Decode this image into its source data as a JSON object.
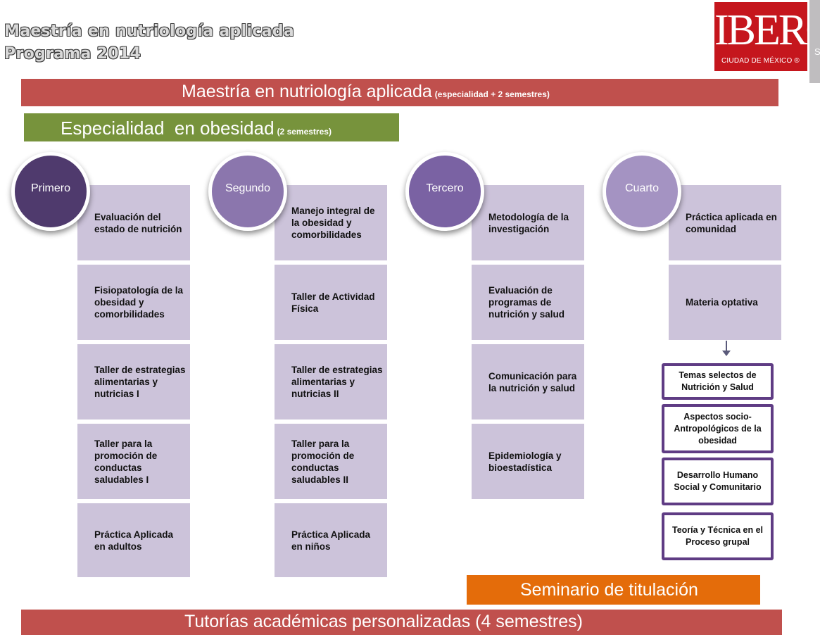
{
  "header": {
    "title_line1": "Maestría en nutriología aplicada",
    "title_line2": "Programa 2014"
  },
  "logo": {
    "word": "IBERO",
    "subtitle": "CIUDAD DE MÉXICO ®",
    "brand_color": "#c5161d"
  },
  "side_tab": {
    "label": "Salud /"
  },
  "banners": {
    "master": {
      "main": "Maestría en nutriología aplicada",
      "sub": "(especialidad + 2 semestres)",
      "color": "#c0504d"
    },
    "specialty": {
      "main": "Especialidad  en obesidad",
      "sub": "(2 semestres)",
      "color": "#77933c"
    },
    "seminar": {
      "main": "Seminario de titulación",
      "color": "#e46c0a"
    },
    "tutorials": {
      "main": "Tutorías académicas personalizadas (4 semestres)",
      "color": "#c0504d"
    }
  },
  "semesters": [
    {
      "name": "Primero",
      "circle_color": "#4f3a6d",
      "courses": [
        "Evaluación del estado de nutrición",
        "Fisiopatología de la obesidad y comorbilidades",
        "Taller de estrategias alimentarias y nutricias I",
        "Taller para la promoción de conductas saludables I",
        "Práctica Aplicada en adultos"
      ]
    },
    {
      "name": "Segundo",
      "circle_color": "#8b76ad",
      "courses": [
        "Manejo integral de la obesidad y comorbilidades",
        "Taller de Actividad Física",
        "Taller de estrategias alimentarias y nutricias II",
        "Taller para la promoción de conductas saludables II",
        "Práctica Aplicada en niños"
      ]
    },
    {
      "name": "Tercero",
      "circle_color": "#7a62a3",
      "courses": [
        "Metodología de la investigación",
        "Evaluación de programas de nutrición y salud",
        "Comunicación para la nutrición y salud",
        "Epidemiología y bioestadística"
      ]
    },
    {
      "name": "Cuarto",
      "circle_color": "#a493c2",
      "courses": [
        "Práctica aplicada en comunidad",
        "Materia optativa"
      ]
    }
  ],
  "optional_courses": [
    "Temas selectos de Nutrición y Salud",
    "Aspectos socio-Antropológicos de la obesidad",
    "Desarrollo Humano Social y Comunitario",
    "Teoría y Técnica en el Proceso grupal"
  ]
}
